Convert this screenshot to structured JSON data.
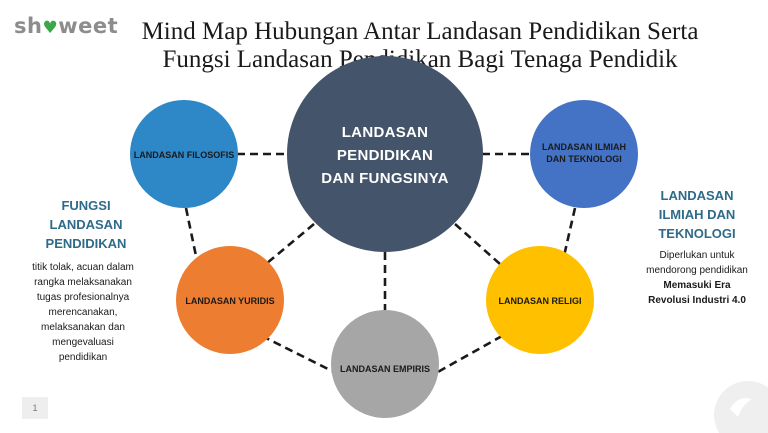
{
  "brand": {
    "name_prefix": "sh",
    "name_suffix": "weet"
  },
  "title": {
    "line1": "Mind Map Hubungan Antar Landasan Pendidikan Serta",
    "line2": "Fungsi Landasan Pendidikan Bagi Tenaga Pendidik"
  },
  "center": {
    "line1": "LANDASAN",
    "line2": "PENDIDIKAN",
    "line3": "DAN FUNGSINYA"
  },
  "nodes": {
    "filosofis": {
      "label": "LANDASAN FILOSOFIS",
      "color": "#2e87c6"
    },
    "ilmiah": {
      "label": "LANDASAN ILMIAH DAN TEKNOLOGI",
      "color": "#4472c4"
    },
    "yuridis": {
      "label": "LANDASAN YURIDIS",
      "color": "#ed7d31"
    },
    "religi": {
      "label": "LANDASAN RELIGI",
      "color": "#ffc000"
    },
    "empiris": {
      "label": "LANDASAN EMPIRIS",
      "color": "#a6a6a6"
    }
  },
  "center_color": "#44546a",
  "left_panel": {
    "heading_line1": "FUNGSI",
    "heading_line2": "LANDASAN",
    "heading_line3": "PENDIDIKAN",
    "text_line1": "titik tolak, acuan dalam",
    "text_line2": "rangka melaksanakan",
    "text_line3": "tugas profesionalnya",
    "text_line4": "merencanakan,",
    "text_line5": "melaksanakan dan",
    "text_line6": "mengevaluasi",
    "text_line7": "pendidikan"
  },
  "right_panel": {
    "heading_line1": "LANDASAN",
    "heading_line2": "ILMIAH DAN",
    "heading_line3": "TEKNOLOGI",
    "text_line1": "Diperlukan untuk",
    "text_line2": "mendorong pendidikan",
    "text_bold1": "Memasuki Era",
    "text_bold2": "Revolusi Industri 4.0"
  },
  "page_number": "1"
}
